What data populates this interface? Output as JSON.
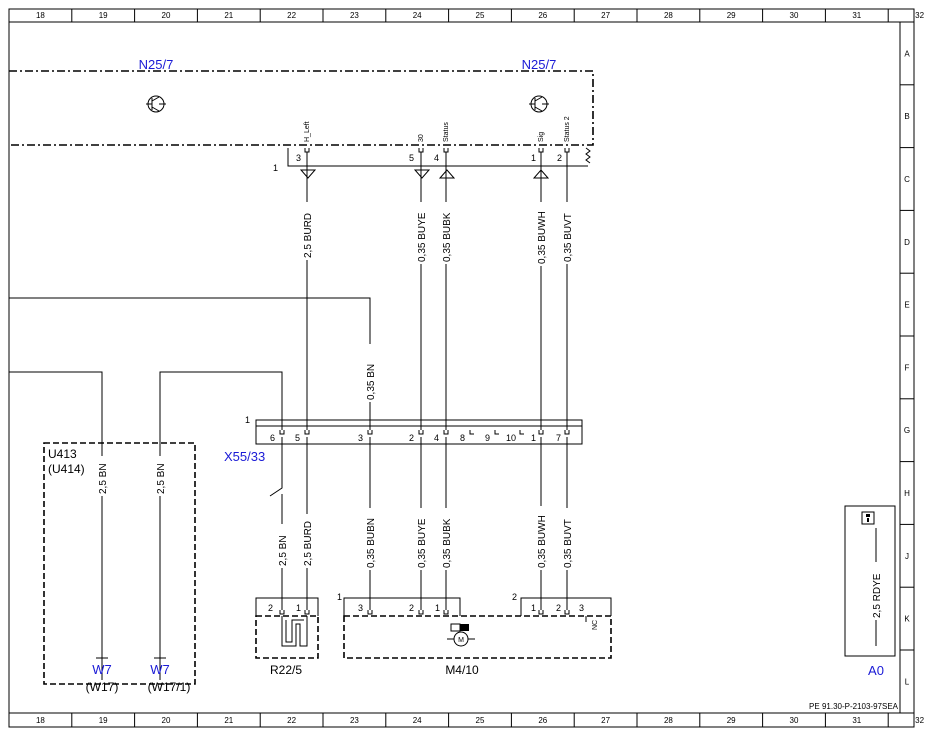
{
  "columns": [
    "18",
    "19",
    "20",
    "21",
    "22",
    "23",
    "24",
    "25",
    "26",
    "27",
    "28",
    "29",
    "30",
    "31",
    "32"
  ],
  "rows": [
    "A",
    "B",
    "C",
    "D",
    "E",
    "F",
    "G",
    "H",
    "J",
    "K",
    "L"
  ],
  "components": {
    "n25_7_left": "N25/7",
    "n25_7_right": "N25/7",
    "x55_33": "X55/33",
    "u413": "U413",
    "u414": "(U414)",
    "w7_a": "W7",
    "w17": "(W17)",
    "w7_b": "W7",
    "w17_1": "(W17/1)",
    "r22_5": "R22/5",
    "m4_10": "M4/10",
    "a0": "A0",
    "nc": "NC"
  },
  "top_connector": {
    "num": "1",
    "signals": {
      "h_left": "H_Left",
      "p30": "30",
      "status": "Status",
      "sig": "Sig",
      "status2": "Status 2"
    },
    "pins": {
      "p3": "3",
      "p5": "5",
      "p4": "4",
      "p1": "1",
      "p2": "2"
    }
  },
  "wires": {
    "burd_top": "2,5 BURD",
    "buye_top": "0,35 BUYE",
    "bubk_top": "0,35 BUBK",
    "buwh_top": "0,35 BUWH",
    "buvt_top": "0,35 BUVT",
    "bn_mid": "0,35 BN",
    "bn_u1": "2,5 BN",
    "bn_u2": "2,5 BN",
    "bn_bot": "2,5 BN",
    "burd_bot": "2,5 BURD",
    "bubn_bot": "0,35 BUBN",
    "buye_bot": "0,35 BUYE",
    "bubk_bot": "0,35 BUBK",
    "buwh_bot": "0,35 BUWH",
    "buvt_bot": "0,35 BUVT",
    "rdye": "2,5 RDYE"
  },
  "x55_connector": {
    "num": "1",
    "pins": {
      "p6": "6",
      "p5": "5",
      "p3": "3",
      "p2": "2",
      "p4": "4",
      "p8": "8",
      "p9": "9",
      "p10": "10",
      "p1": "1",
      "p7": "7"
    }
  },
  "r22_pins": {
    "p2": "2",
    "p1": "1"
  },
  "m4_10_connectors": {
    "c1": "1",
    "c1_pins": {
      "p3": "3",
      "p2": "2",
      "p1": "1"
    },
    "c2": "2",
    "c2_pins": {
      "p1": "1",
      "p2": "2",
      "p3": "3"
    }
  },
  "doc_code": "PE 91.30-P-2103-97SEA"
}
